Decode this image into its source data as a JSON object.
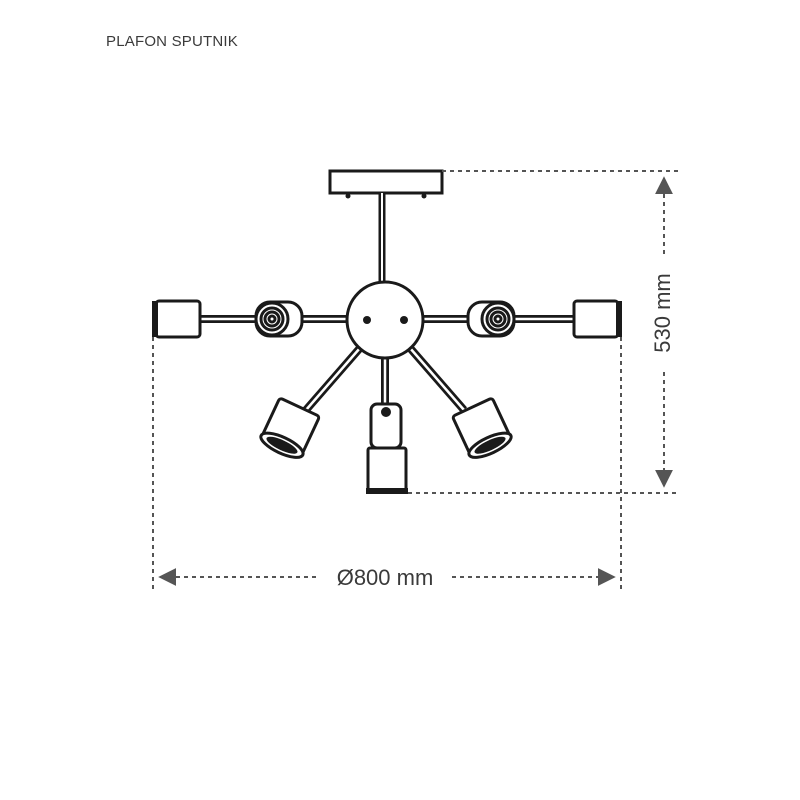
{
  "title": "PLAFON SPUTNIK",
  "dimensions": {
    "height_label": "530 mm",
    "diameter_label": "Ø800 mm"
  },
  "colors": {
    "line": "#1a1a1a",
    "dim_line": "#555555",
    "text": "#3a3a3a"
  }
}
